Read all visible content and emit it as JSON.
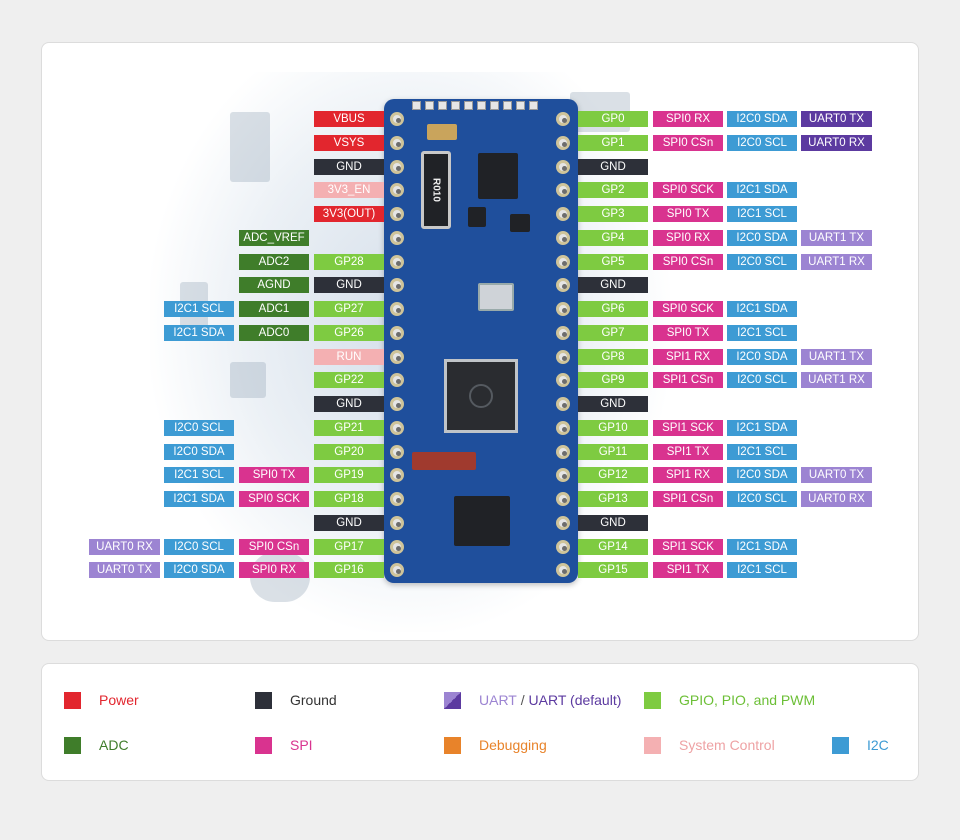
{
  "board": {
    "resistor_text": "R010"
  },
  "left_col4": [
    {
      "text": "VBUS",
      "cat": "power"
    },
    {
      "text": "VSYS",
      "cat": "power"
    },
    {
      "text": "GND",
      "cat": "ground"
    },
    {
      "text": "3V3_EN",
      "cat": "sys"
    },
    {
      "text": "3V3(OUT)",
      "cat": "power"
    },
    {
      "text": "",
      "cat": ""
    },
    {
      "text": "GP28",
      "cat": "gpio"
    },
    {
      "text": "GND",
      "cat": "ground"
    },
    {
      "text": "GP27",
      "cat": "gpio"
    },
    {
      "text": "GP26",
      "cat": "gpio"
    },
    {
      "text": "RUN",
      "cat": "sys"
    },
    {
      "text": "GP22",
      "cat": "gpio"
    },
    {
      "text": "GND",
      "cat": "ground"
    },
    {
      "text": "GP21",
      "cat": "gpio"
    },
    {
      "text": "GP20",
      "cat": "gpio"
    },
    {
      "text": "GP19",
      "cat": "gpio"
    },
    {
      "text": "GP18",
      "cat": "gpio"
    },
    {
      "text": "GND",
      "cat": "ground"
    },
    {
      "text": "GP17",
      "cat": "gpio"
    },
    {
      "text": "GP16",
      "cat": "gpio"
    }
  ],
  "left_col3": [
    {
      "text": "",
      "cat": ""
    },
    {
      "text": "",
      "cat": ""
    },
    {
      "text": "",
      "cat": ""
    },
    {
      "text": "",
      "cat": ""
    },
    {
      "text": "",
      "cat": ""
    },
    {
      "text": "ADC_VREF",
      "cat": "adc"
    },
    {
      "text": "ADC2",
      "cat": "adc"
    },
    {
      "text": "AGND",
      "cat": "adc"
    },
    {
      "text": "ADC1",
      "cat": "adc"
    },
    {
      "text": "ADC0",
      "cat": "adc"
    },
    {
      "text": "",
      "cat": ""
    },
    {
      "text": "",
      "cat": ""
    },
    {
      "text": "",
      "cat": ""
    },
    {
      "text": "",
      "cat": ""
    },
    {
      "text": "",
      "cat": ""
    },
    {
      "text": "SPI0 TX",
      "cat": "spi"
    },
    {
      "text": "SPI0 SCK",
      "cat": "spi"
    },
    {
      "text": "",
      "cat": ""
    },
    {
      "text": "SPI0 CSn",
      "cat": "spi"
    },
    {
      "text": "SPI0 RX",
      "cat": "spi"
    }
  ],
  "left_col2": [
    {
      "text": "",
      "cat": ""
    },
    {
      "text": "",
      "cat": ""
    },
    {
      "text": "",
      "cat": ""
    },
    {
      "text": "",
      "cat": ""
    },
    {
      "text": "",
      "cat": ""
    },
    {
      "text": "",
      "cat": ""
    },
    {
      "text": "",
      "cat": ""
    },
    {
      "text": "",
      "cat": ""
    },
    {
      "text": "I2C1 SCL",
      "cat": "i2c"
    },
    {
      "text": "I2C1 SDA",
      "cat": "i2c"
    },
    {
      "text": "",
      "cat": ""
    },
    {
      "text": "",
      "cat": ""
    },
    {
      "text": "",
      "cat": ""
    },
    {
      "text": "I2C0 SCL",
      "cat": "i2c"
    },
    {
      "text": "I2C0 SDA",
      "cat": "i2c"
    },
    {
      "text": "I2C1 SCL",
      "cat": "i2c"
    },
    {
      "text": "I2C1 SDA",
      "cat": "i2c"
    },
    {
      "text": "",
      "cat": ""
    },
    {
      "text": "I2C0 SCL",
      "cat": "i2c"
    },
    {
      "text": "I2C0 SDA",
      "cat": "i2c"
    }
  ],
  "left_col1": [
    {
      "text": "",
      "cat": ""
    },
    {
      "text": "",
      "cat": ""
    },
    {
      "text": "",
      "cat": ""
    },
    {
      "text": "",
      "cat": ""
    },
    {
      "text": "",
      "cat": ""
    },
    {
      "text": "",
      "cat": ""
    },
    {
      "text": "",
      "cat": ""
    },
    {
      "text": "",
      "cat": ""
    },
    {
      "text": "",
      "cat": ""
    },
    {
      "text": "",
      "cat": ""
    },
    {
      "text": "",
      "cat": ""
    },
    {
      "text": "",
      "cat": ""
    },
    {
      "text": "",
      "cat": ""
    },
    {
      "text": "",
      "cat": ""
    },
    {
      "text": "",
      "cat": ""
    },
    {
      "text": "",
      "cat": ""
    },
    {
      "text": "",
      "cat": ""
    },
    {
      "text": "",
      "cat": ""
    },
    {
      "text": "UART0 RX",
      "cat": "uart"
    },
    {
      "text": "UART0 TX",
      "cat": "uart"
    }
  ],
  "right_col1": [
    {
      "text": "GP0",
      "cat": "gpio"
    },
    {
      "text": "GP1",
      "cat": "gpio"
    },
    {
      "text": "GND",
      "cat": "ground"
    },
    {
      "text": "GP2",
      "cat": "gpio"
    },
    {
      "text": "GP3",
      "cat": "gpio"
    },
    {
      "text": "GP4",
      "cat": "gpio"
    },
    {
      "text": "GP5",
      "cat": "gpio"
    },
    {
      "text": "GND",
      "cat": "ground"
    },
    {
      "text": "GP6",
      "cat": "gpio"
    },
    {
      "text": "GP7",
      "cat": "gpio"
    },
    {
      "text": "GP8",
      "cat": "gpio"
    },
    {
      "text": "GP9",
      "cat": "gpio"
    },
    {
      "text": "GND",
      "cat": "ground"
    },
    {
      "text": "GP10",
      "cat": "gpio"
    },
    {
      "text": "GP11",
      "cat": "gpio"
    },
    {
      "text": "GP12",
      "cat": "gpio"
    },
    {
      "text": "GP13",
      "cat": "gpio"
    },
    {
      "text": "GND",
      "cat": "ground"
    },
    {
      "text": "GP14",
      "cat": "gpio"
    },
    {
      "text": "GP15",
      "cat": "gpio"
    }
  ],
  "right_col2": [
    {
      "text": "SPI0 RX",
      "cat": "spi"
    },
    {
      "text": "SPI0 CSn",
      "cat": "spi"
    },
    {
      "text": "",
      "cat": ""
    },
    {
      "text": "SPI0 SCK",
      "cat": "spi"
    },
    {
      "text": "SPI0 TX",
      "cat": "spi"
    },
    {
      "text": "SPI0 RX",
      "cat": "spi"
    },
    {
      "text": "SPI0 CSn",
      "cat": "spi"
    },
    {
      "text": "",
      "cat": ""
    },
    {
      "text": "SPI0 SCK",
      "cat": "spi"
    },
    {
      "text": "SPI0 TX",
      "cat": "spi"
    },
    {
      "text": "SPI1 RX",
      "cat": "spi"
    },
    {
      "text": "SPI1 CSn",
      "cat": "spi"
    },
    {
      "text": "",
      "cat": ""
    },
    {
      "text": "SPI1 SCK",
      "cat": "spi"
    },
    {
      "text": "SPI1 TX",
      "cat": "spi"
    },
    {
      "text": "SPI1 RX",
      "cat": "spi"
    },
    {
      "text": "SPI1 CSn",
      "cat": "spi"
    },
    {
      "text": "",
      "cat": ""
    },
    {
      "text": "SPI1 SCK",
      "cat": "spi"
    },
    {
      "text": "SPI1 TX",
      "cat": "spi"
    }
  ],
  "right_col3": [
    {
      "text": "I2C0 SDA",
      "cat": "i2c"
    },
    {
      "text": "I2C0 SCL",
      "cat": "i2c"
    },
    {
      "text": "",
      "cat": ""
    },
    {
      "text": "I2C1 SDA",
      "cat": "i2c"
    },
    {
      "text": "I2C1 SCL",
      "cat": "i2c"
    },
    {
      "text": "I2C0 SDA",
      "cat": "i2c"
    },
    {
      "text": "I2C0 SCL",
      "cat": "i2c"
    },
    {
      "text": "",
      "cat": ""
    },
    {
      "text": "I2C1 SDA",
      "cat": "i2c"
    },
    {
      "text": "I2C1 SCL",
      "cat": "i2c"
    },
    {
      "text": "I2C0 SDA",
      "cat": "i2c"
    },
    {
      "text": "I2C0 SCL",
      "cat": "i2c"
    },
    {
      "text": "",
      "cat": ""
    },
    {
      "text": "I2C1 SDA",
      "cat": "i2c"
    },
    {
      "text": "I2C1 SCL",
      "cat": "i2c"
    },
    {
      "text": "I2C0 SDA",
      "cat": "i2c"
    },
    {
      "text": "I2C0 SCL",
      "cat": "i2c"
    },
    {
      "text": "",
      "cat": ""
    },
    {
      "text": "I2C1 SDA",
      "cat": "i2c"
    },
    {
      "text": "I2C1 SCL",
      "cat": "i2c"
    }
  ],
  "right_col4": [
    {
      "text": "UART0 TX",
      "cat": "uartd"
    },
    {
      "text": "UART0 RX",
      "cat": "uartd"
    },
    {
      "text": "",
      "cat": ""
    },
    {
      "text": "",
      "cat": ""
    },
    {
      "text": "",
      "cat": ""
    },
    {
      "text": "UART1 TX",
      "cat": "uart"
    },
    {
      "text": "UART1 RX",
      "cat": "uart"
    },
    {
      "text": "",
      "cat": ""
    },
    {
      "text": "",
      "cat": ""
    },
    {
      "text": "",
      "cat": ""
    },
    {
      "text": "UART1 TX",
      "cat": "uart"
    },
    {
      "text": "UART1 RX",
      "cat": "uart"
    },
    {
      "text": "",
      "cat": ""
    },
    {
      "text": "",
      "cat": ""
    },
    {
      "text": "",
      "cat": ""
    },
    {
      "text": "UART0 TX",
      "cat": "uart"
    },
    {
      "text": "UART0 RX",
      "cat": "uart"
    },
    {
      "text": "",
      "cat": ""
    },
    {
      "text": "",
      "cat": ""
    },
    {
      "text": "",
      "cat": ""
    }
  ],
  "legend": {
    "power": {
      "label": "Power",
      "color": "#e2262e"
    },
    "ground": {
      "label": "Ground",
      "color": "#2d3039"
    },
    "uart": {
      "label": "UART",
      "sep": " / ",
      "label_default": "UART (default)",
      "color": "#9c84d2",
      "color_default": "#5c3aa0"
    },
    "gpio": {
      "label": "GPIO, PIO, and PWM",
      "color": "#7ecb41"
    },
    "adc": {
      "label": "ADC",
      "color": "#3f7d2a"
    },
    "spi": {
      "label": "SPI",
      "color": "#d9338f"
    },
    "debug": {
      "label": "Debugging",
      "color": "#e8832a"
    },
    "sys": {
      "label": "System Control",
      "color": "#f4b0b2"
    },
    "i2c": {
      "label": "I2C",
      "color": "#3d9bd4"
    }
  }
}
